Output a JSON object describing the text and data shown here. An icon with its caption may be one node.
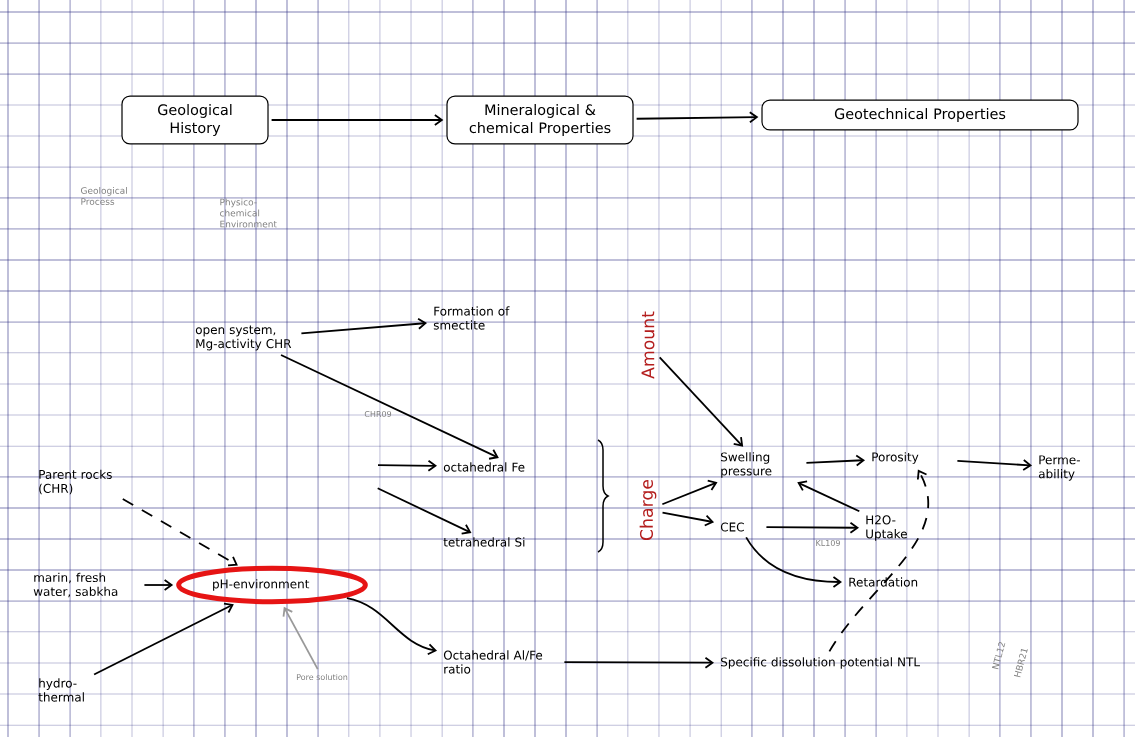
{
  "diagram": {
    "nodes": [
      {
        "text": [
          "Geological History"
        ]
      },
      {
        "text": [
          "Mineralogical & chemical Properties"
        ]
      },
      {
        "text": [
          "Geotechnical Properties"
        ]
      },
      {
        "text": [
          "open system, Mg-activity CHR"
        ]
      },
      {
        "text": [
          "Formation of smectite"
        ]
      },
      {
        "text": [
          "Parent rocks (CHR)"
        ]
      },
      {
        "text": [
          "octahedral Fe"
        ]
      },
      {
        "text": [
          "tetrahedral Si"
        ]
      },
      {
        "text": [
          "marin, fresh water, sabkha"
        ]
      },
      {
        "text": [
          "pH-environment"
        ]
      },
      {
        "text": [
          "hydro-thermal"
        ]
      },
      {
        "text": [
          "Octahedral Al/Fe ratio"
        ]
      },
      {
        "text": [
          "Amount"
        ]
      },
      {
        "text": [
          "Charge"
        ]
      },
      {
        "text": [
          "Swelling pressure"
        ]
      },
      {
        "text": [
          "CEC"
        ]
      },
      {
        "text": [
          "Porosity"
        ]
      },
      {
        "text": [
          "Perme-ability"
        ]
      },
      {
        "text": [
          "H2O-Uptake"
        ]
      },
      {
        "text": [
          "Retardation"
        ]
      },
      {
        "text": [
          "Specific dissolution potential NTL"
        ]
      },
      {
        "text": [
          "Pore solution"
        ]
      }
    ],
    "edges": [
      {
        "from": 0,
        "to": 1,
        "arrow": "to"
      },
      {
        "from": 1,
        "to": 2,
        "arrow": "to"
      },
      {
        "from": 3,
        "to": 4,
        "arrow": "to"
      },
      {
        "from": 3,
        "to": 6,
        "arrow": "to",
        "label": "CHR09"
      },
      {
        "from": null,
        "to": 6,
        "arrow": "to"
      },
      {
        "from": null,
        "to": 7,
        "arrow": "to"
      },
      {
        "from": 5,
        "to": 9,
        "arrow": "to",
        "style": "dashed"
      },
      {
        "from": 8,
        "to": 9,
        "arrow": "to"
      },
      {
        "from": 10,
        "to": 9,
        "arrow": "to"
      },
      {
        "from": 21,
        "to": 9,
        "arrow": "to",
        "color": "#999999"
      },
      {
        "from": 9,
        "to": 11,
        "arrow": "to"
      },
      {
        "from": 11,
        "to": 20,
        "arrow": "to"
      },
      {
        "from": 12,
        "to": 14,
        "arrow": "to"
      },
      {
        "from": 13,
        "to": 14,
        "arrow": "to"
      },
      {
        "from": 13,
        "to": 15,
        "arrow": "to"
      },
      {
        "from": 14,
        "to": 16,
        "arrow": "to"
      },
      {
        "from": 16,
        "to": 17,
        "arrow": "to"
      },
      {
        "from": 18,
        "to": 14,
        "arrow": "to"
      },
      {
        "from": 15,
        "to": 18,
        "arrow": "to",
        "label": "KL109"
      },
      {
        "from": 15,
        "to": 19,
        "arrow": "to"
      },
      {
        "from": 20,
        "to": 16,
        "arrow": "to",
        "style": "dashed"
      }
    ],
    "labels": [
      "Geological Process",
      "Physico-chemical Environment",
      "NTL12",
      "HBR21"
    ]
  }
}
